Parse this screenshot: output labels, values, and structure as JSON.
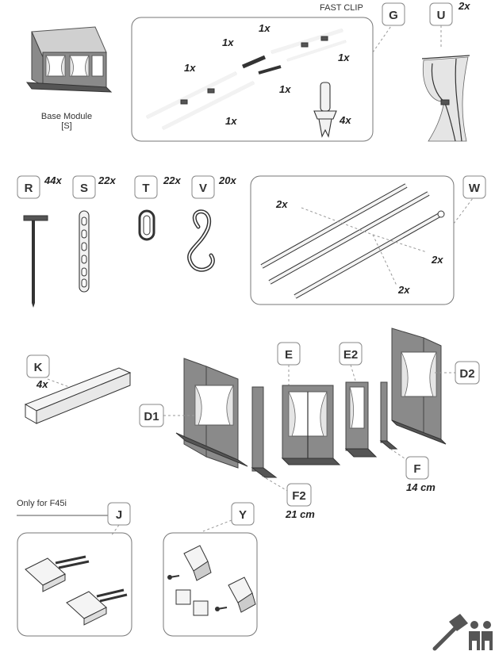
{
  "parts": {
    "base_module": {
      "caption_line1": "Base Module",
      "caption_line2": "[S]"
    },
    "G": {
      "letter": "G",
      "caption": "FAST CLIP",
      "qty_a": "1x",
      "qty_b": "1x",
      "qty_c": "1x",
      "qty_d": "1x",
      "qty_e": "1x",
      "qty_f": "1x",
      "qty_pins": "4x"
    },
    "U": {
      "letter": "U",
      "qty": "2x"
    },
    "R": {
      "letter": "R",
      "qty": "44x"
    },
    "S": {
      "letter": "S",
      "qty": "22x"
    },
    "T": {
      "letter": "T",
      "qty": "22x"
    },
    "V": {
      "letter": "V",
      "qty": "20x"
    },
    "W": {
      "letter": "W",
      "qty_a": "2x",
      "qty_b": "2x",
      "qty_c": "2x"
    },
    "K": {
      "letter": "K",
      "qty": "4x"
    },
    "D1": {
      "letter": "D1"
    },
    "E": {
      "letter": "E"
    },
    "E2": {
      "letter": "E2"
    },
    "D2": {
      "letter": "D2"
    },
    "F": {
      "letter": "F",
      "size": "14 cm"
    },
    "F2": {
      "letter": "F2",
      "size": "21 cm"
    },
    "J": {
      "letter": "J",
      "note": "Only for F45i"
    },
    "Y": {
      "letter": "Y"
    }
  },
  "footer_icons": [
    "hammer-icon",
    "two-persons-icon"
  ]
}
